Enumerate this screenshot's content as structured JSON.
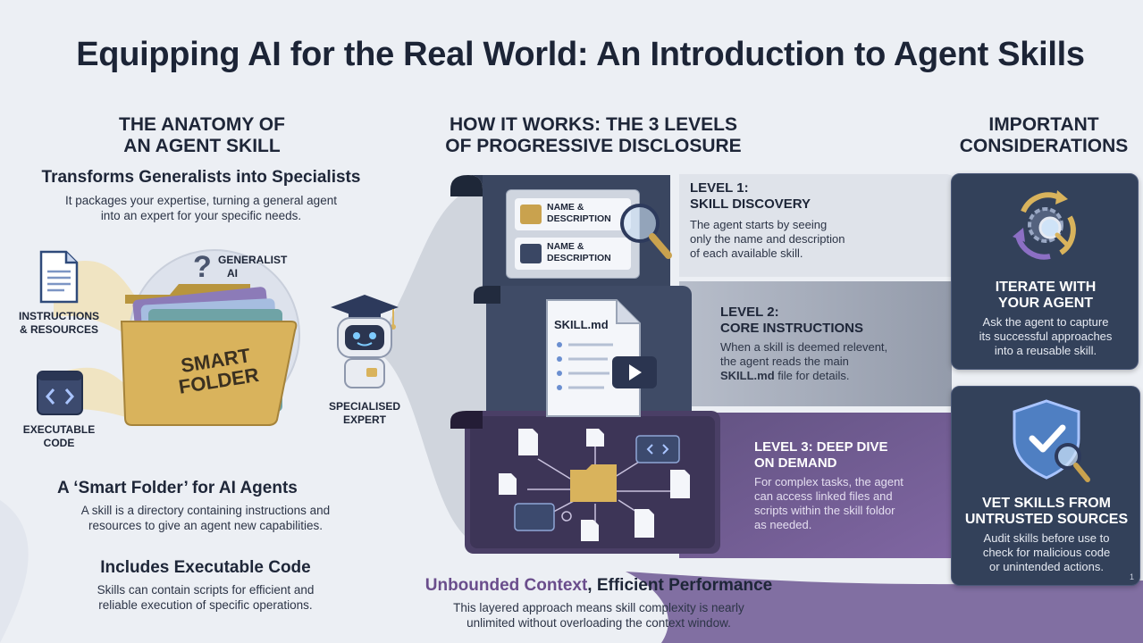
{
  "title": "Equipping AI for the Real World: An Introduction to Agent Skills",
  "anatomy": {
    "heading_line1": "THE ANATOMY OF",
    "heading_line2": "AN AGENT SKILL",
    "transform_title": "Transforms Generalists into Specialists",
    "transform_body_line1": "It packages your expertise, turning a general agent",
    "transform_body_line2": "into an expert for your specific needs.",
    "instructions_label_line1": "INSTRUCTIONS",
    "instructions_label_line2": "& RESOURCES",
    "code_label_line1": "EXECUTABLE",
    "code_label_line2": "CODE",
    "folder_label_line1": "SMART",
    "folder_label_line2": "FOLDER",
    "generalist_label_line1": "GENERALIST",
    "generalist_label_line2": "AI",
    "expert_label_line1": "SPECIALISED",
    "expert_label_line2": "EXPERT",
    "smart_folder_title": "A ‘Smart Folder’ for AI Agents",
    "smart_folder_body_line1": "A skill is a directory containing instructions and",
    "smart_folder_body_line2": "resources to give an agent new capabilities.",
    "exec_title": "Includes Executable Code",
    "exec_body_line1": "Skills can contain scripts for efficient and",
    "exec_body_line2": "reliable execution of specific operations."
  },
  "levels": {
    "heading_line1": "HOW IT WORKS: THE 3 LEVELS",
    "heading_line2": "OF PROGRESSIVE DISCLOSURE",
    "level1": {
      "head_line1": "LEVEL 1:",
      "head_line2": "SKILL DISCOVERY",
      "body_line1": "The agent starts by seeing",
      "body_line2": "only the name and description",
      "body_line3": "of each available skill.",
      "card1_line1": "NAME &",
      "card1_line2": "DESCRIPTION",
      "card2_line1": "NAME &",
      "card2_line2": "DESCRIPTION"
    },
    "level2": {
      "head_line1": "LEVEL 2:",
      "head_line2": "CORE INSTRUCTIONS",
      "body_line1": "When a skill is deemed relevent,",
      "body_line2": "the agent reads the main",
      "body_bold": "SKILL.md",
      "body_line3_rest": " file for details.",
      "doc_label": "SKILL.md"
    },
    "level3": {
      "head_line1": "LEVEL 3: DEEP DIVE",
      "head_line2": "ON DEMAND",
      "body_line1": "For complex tasks, the agent",
      "body_line2": "can access linked files and",
      "body_line3": "scripts within the skill foldor",
      "body_line4": "as needed."
    },
    "footer_accent": "Unbounded Context",
    "footer_rest": ", Efficient Performance",
    "footer_body_line1": "This layered approach means skill complexity is nearly",
    "footer_body_line2": "unlimited without overloading the context window."
  },
  "considerations": {
    "heading_line1": "IMPORTANT",
    "heading_line2": "CONSIDERATIONS",
    "card1": {
      "title_line1": "ITERATE WITH",
      "title_line2": "YOUR AGENT",
      "body_line1": "Ask the agent to capture",
      "body_line2": "its successful approaches",
      "body_line3": "into a reusable skill."
    },
    "card2": {
      "title_line1": "VET SKILLS FROM",
      "title_line2": "UNTRUSTED SOURCES",
      "body_line1": "Audit skills before use to",
      "body_line2": "check for malicious code",
      "body_line3": "or unintended actions.",
      "corner_mark": "1"
    }
  },
  "colors": {
    "background": "#eceff4",
    "navy": "#33415a",
    "purple_accent": "#6a4d8c",
    "gold": "#d9b35c",
    "text_dark": "#1e2638"
  }
}
